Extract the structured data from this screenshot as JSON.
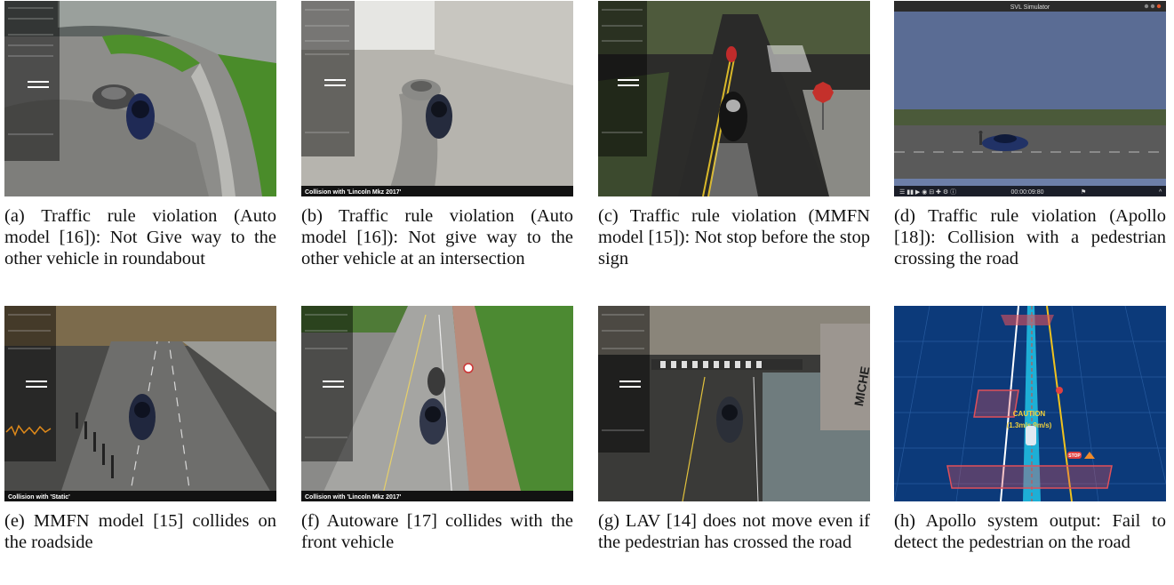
{
  "panels": [
    {
      "id": "a",
      "caption": "(a) Traffic rule violation (Auto model [16]): Not Give way to the other vehicle in roundabout"
    },
    {
      "id": "b",
      "caption": "(b) Traffic rule violation (Auto model [16]): Not give way to the other vehicle at an intersection",
      "banner": "Collision with 'Lincoln Mkz 2017'"
    },
    {
      "id": "c",
      "caption": "(c) Traffic rule violation (MMFN model [15]): Not stop before the stop sign"
    },
    {
      "id": "d",
      "caption": "(d) Traffic rule violation (Apollo [18]): Collision with a pedestrian crossing the road",
      "window_title": "SVL Simulator",
      "timer": "00:00:09:80"
    },
    {
      "id": "e",
      "caption": "(e) MMFN model [15] collides on the roadside",
      "banner": "Collision with 'Static'"
    },
    {
      "id": "f",
      "caption": "(f) Autoware [17] collides with the front vehicle",
      "banner": "Collision with 'Lincoln Mkz 2017'"
    },
    {
      "id": "g",
      "caption": "(g) LAV [14] does not move even if the pedestrian has crossed the road",
      "sign_text": "MICHE"
    },
    {
      "id": "h",
      "caption": "(h) Apollo system output: Fail to detect the pedestrian on the road",
      "caution": "CAUTION",
      "speed": "(1.3m/s 9m/s)",
      "stop_tag": "STOP"
    }
  ],
  "icons": [
    "hud-overlay-icon",
    "car-icon",
    "stop-sign-icon",
    "pedestrian-icon"
  ],
  "colors": {
    "asphalt": "#6b6b6b",
    "grass": "#4d8a2e",
    "sky": "#c8d2dc",
    "apollo_bg": "#0c3a7a",
    "apollo_lane": "#22c4e6",
    "collision_bar": "#121212"
  }
}
